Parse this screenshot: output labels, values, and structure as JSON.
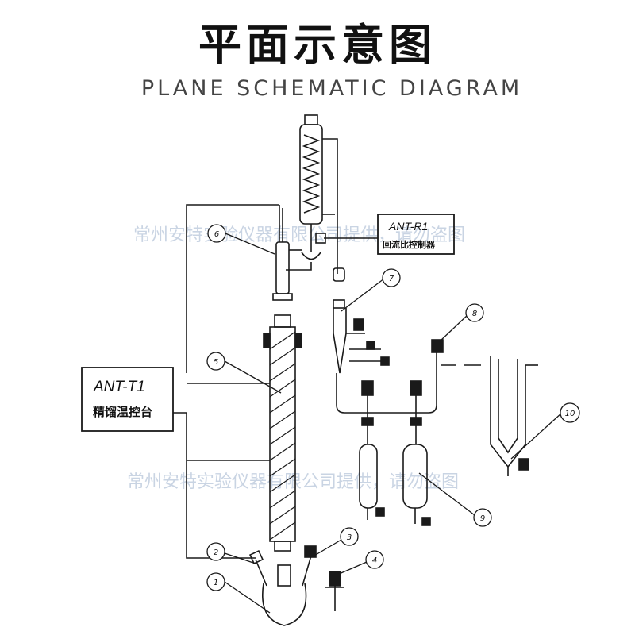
{
  "title": "平面示意图",
  "subtitle": "PLANE SCHEMATIC DIAGRAM",
  "controller_t1": {
    "model": "ANT-T1",
    "name": "精馏温控台"
  },
  "controller_r1": {
    "model": "ANT-R1",
    "name": "回流比控制器"
  },
  "callouts": [
    "1",
    "2",
    "3",
    "4",
    "5",
    "6",
    "7",
    "8",
    "9",
    "10"
  ],
  "watermarks": [
    "常州安特实验仪器有限公司提供，请勿盗图",
    "常州安特实验仪器有限公司提供，请勿盗图"
  ],
  "colors": {
    "line": "#1a1a1a",
    "watermark": "#c9d4e3"
  }
}
